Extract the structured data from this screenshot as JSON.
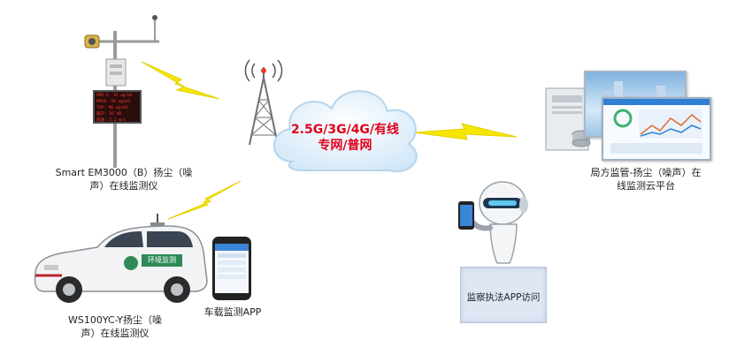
{
  "network": {
    "line1": "2.5G/3G/4G/有线",
    "line2": "专网/普网"
  },
  "nodes": {
    "monitor_station": {
      "label_line1": "Smart EM3000（B）扬尘（噪",
      "label_line2": "声）在线监测仪",
      "display_rows": [
        "PM2.5: 32 ug/m3",
        "PM10: 58 ug/m3",
        "TSP: 96 ug/m3",
        "噪声: 56 dB",
        "风速: 2.1 m/s"
      ]
    },
    "vehicle": {
      "label_line1": "WS100YC-Y扬尘（噪",
      "label_line2": "声）在线监测仪",
      "door_text": "环境监测"
    },
    "vehicle_app": {
      "label": "车载监测APP"
    },
    "cloud_platform": {
      "label_line1": "局方监管-扬尘（噪声）在",
      "label_line2": "线监测云平台"
    },
    "law_app": {
      "label": "监察执法APP访问"
    }
  },
  "colors": {
    "network_text": "#e0001b",
    "cloud": "#cfe6f7",
    "lightning": "#f5e600",
    "tower": "#6f6f6f",
    "box": "#dfe7f5"
  }
}
